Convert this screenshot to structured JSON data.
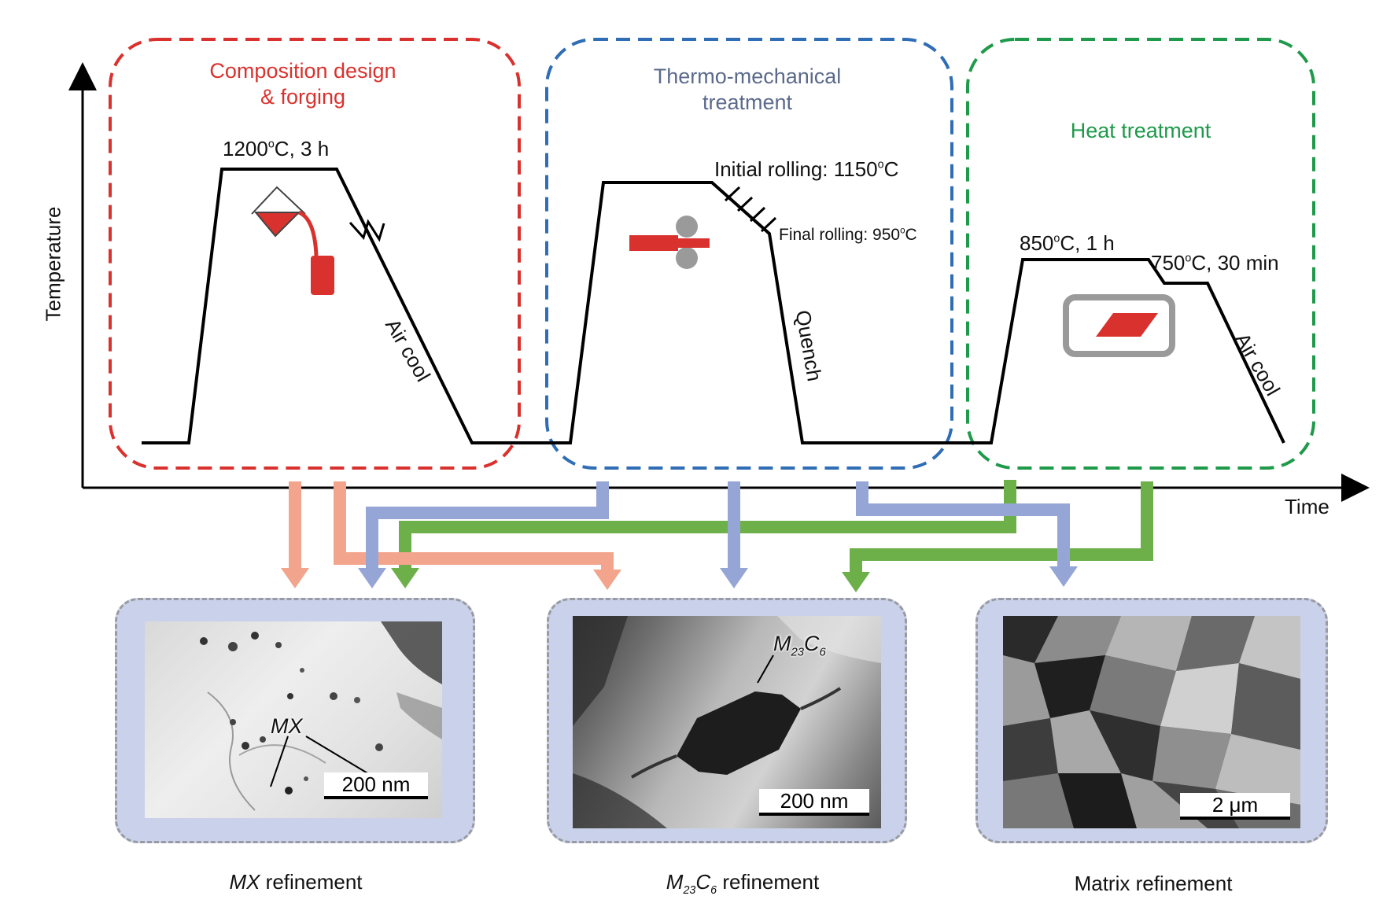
{
  "axes": {
    "y_label": "Temperature",
    "x_label": "Time"
  },
  "stages": [
    {
      "title_line1": "Composition design",
      "title_line2": "& forging",
      "color": "#d9322e"
    },
    {
      "title_line1": "Thermo-mechanical",
      "title_line2": "treatment",
      "color": "#5b6a8c"
    },
    {
      "title_line1": "Heat treatment",
      "color": "#1e9a4a"
    }
  ],
  "annotations": {
    "forging_temp": "1200",
    "forging_rest": "C, 3 h",
    "air_cool_1": "Air cool",
    "initial_rolling": "Initial rolling: 1150",
    "initial_rolling_unit": "C",
    "final_rolling": "Final rolling: 950",
    "final_rolling_unit": "C",
    "quench": "Quench",
    "ht1_temp": "850",
    "ht1_rest": "C, 1 h",
    "ht2_temp": "750",
    "ht2_rest": "C, 30 min",
    "air_cool_2": "Air cool",
    "degree_symbol": "o"
  },
  "micrographs": [
    {
      "tag": "MX",
      "scale_bar": "200 nm"
    },
    {
      "tag_main": "M",
      "tag_sub1": "23",
      "tag_c": "C",
      "tag_sub2": "6",
      "scale_bar": "200 nm"
    },
    {
      "scale_bar": "2 μm"
    }
  ],
  "captions": {
    "mx_italic": "MX",
    "mx_rest": " refinement",
    "m23_main": "M",
    "m23_sub1": "23",
    "m23_c": "C",
    "m23_sub2": "6",
    "m23_rest": " refinement",
    "matrix": "Matrix refinement"
  },
  "arrow_colors": {
    "composition": "#f2a58c",
    "thermo": "#95a6d6",
    "heat": "#6db04a"
  }
}
